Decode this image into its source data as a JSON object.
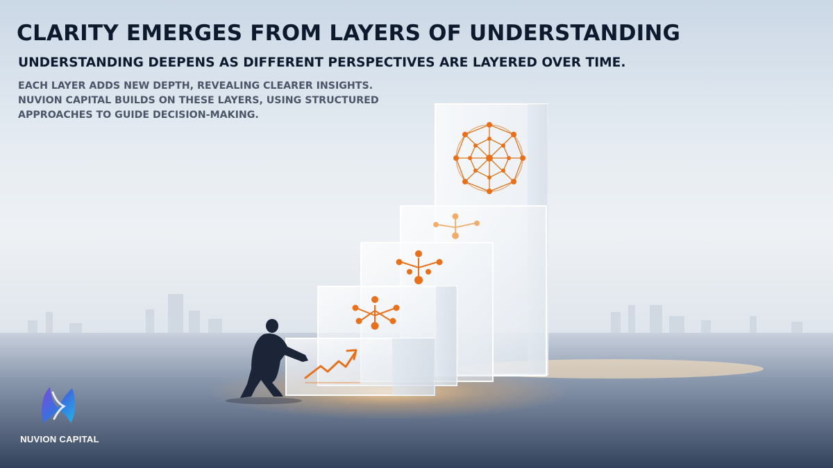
{
  "headline": "CLARITY EMERGES FROM LAYERS OF UNDERSTANDING",
  "subheadline": "UNDERSTANDING DEEPENS AS DIFFERENT PERSPECTIVES ARE LAYERED OVER TIME.",
  "body_lines": [
    "EACH LAYER ADDS NEW DEPTH, REVEALING CLEARER INSIGHTS.",
    "NUVION CAPITAL BUILDS ON THESE LAYERS, USING STRUCTURED",
    "APPROACHES TO GUIDE DECISION-MAKING."
  ],
  "brand": {
    "name": "NUVION CAPITAL",
    "logo_icon": "nuvion-capital-logo-icon"
  },
  "colors": {
    "heading": "#0d1a2e",
    "body_text": "#4a5568",
    "accent_orange": "#e8701a",
    "sky_top": "#cfdbe8",
    "floor_dark": "#3a4b66"
  },
  "illustration": {
    "subject": "person kneeling before ascending glass layer blocks",
    "layer_icons": [
      "growth-chart-icon",
      "branching-tree-icon",
      "branching-tree-icon",
      "branching-tree-icon",
      "network-globe-icon"
    ]
  }
}
